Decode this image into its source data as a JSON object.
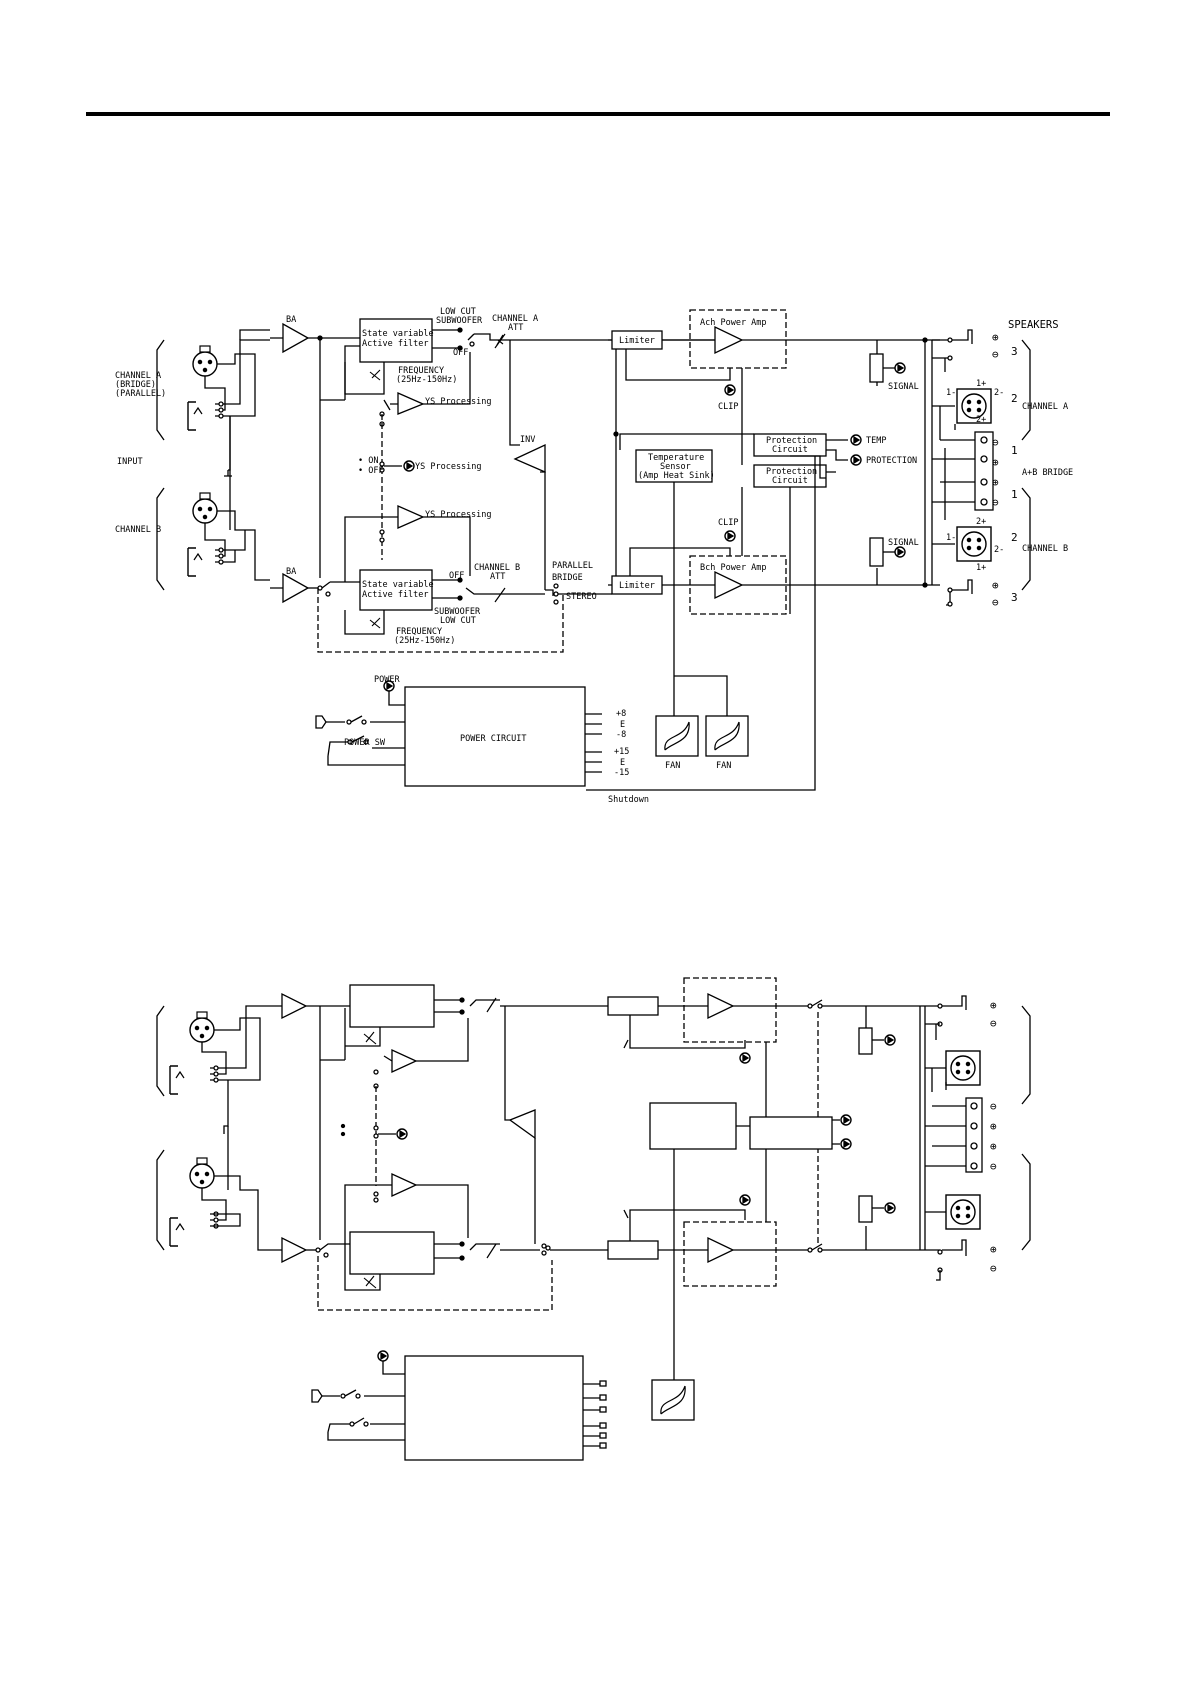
{
  "diagram1": {
    "labels": {
      "ch_a_1": "CHANNEL A",
      "ch_a_2": "(BRIDGE)",
      "ch_a_3": "(PARALLEL)",
      "input": "INPUT",
      "ch_b": "CHANNEL B",
      "ba_a": "BA",
      "ba_b": "BA",
      "filter_a_1": "State variable",
      "filter_a_2": "Active filter",
      "filter_b_1": "State variable",
      "filter_b_2": "Active filter",
      "lowcut_a": "LOW CUT",
      "sub_a": "SUBWOOFER",
      "off_a": "OFF",
      "freq_a_1": "FREQUENCY",
      "freq_a_2": "(25Hz-150Hz)",
      "ys_a": "YS Processing",
      "ys_mid": "YS Processing",
      "ys_b": "YS Processing",
      "on": "• ON",
      "off": "• OFF",
      "off_b": "OFF",
      "sub_b": "SUBWOOFER",
      "lowcut_b": "LOW CUT",
      "freq_b_1": "FREQUENCY",
      "freq_b_2": "(25Hz-150Hz)",
      "att_a_1": "CHANNEL A",
      "att_a_2": "ATT",
      "att_b_1": "CHANNEL B",
      "att_b_2": "ATT",
      "inv": "INV",
      "parallel": "PARALLEL",
      "bridge": "BRIDGE",
      "stereo": "STEREO",
      "limiter_a": "Limiter",
      "limiter_b": "Limiter",
      "amp_a": "Ach Power Amp",
      "amp_b": "Bch Power Amp",
      "clip_a": "CLIP",
      "clip_b": "CLIP",
      "temp_1": "Temperature",
      "temp_2": "Sensor",
      "temp_3": "(Amp Heat Sink)",
      "prot1_1": "Protection",
      "prot1_2": "Circuit",
      "prot2_1": "Protection",
      "prot2_2": "Circuit",
      "temp_led": "TEMP",
      "prot_led": "PROTECTION",
      "signal_a": "SIGNAL",
      "signal_b": "SIGNAL",
      "speakers": "SPEAKERS",
      "spk_ch_a": "CHANNEL A",
      "spk_bridge": "A+B BRIDGE",
      "spk_ch_b": "CHANNEL B",
      "n3a": "3",
      "n2a": "2",
      "n1a": "1",
      "n1b": "1",
      "n2b": "2",
      "n3b": "3",
      "xa_1p": "1+",
      "xa_1m": "1-",
      "xa_2m": "2-",
      "xa_2p": "2+",
      "xb_2p": "2+",
      "xb_1m": "1-",
      "xb_2m": "2-",
      "xb_1p": "1+",
      "power": "POWER",
      "power_sw": "POWER SW",
      "power_circuit": "POWER CIRCUIT",
      "r1": "+8",
      "r2": "E",
      "r3": "-8",
      "r4": "+15",
      "r5": "E",
      "r6": "-15",
      "fan1": "FAN",
      "fan2": "FAN",
      "shutdown": "Shutdown"
    }
  }
}
